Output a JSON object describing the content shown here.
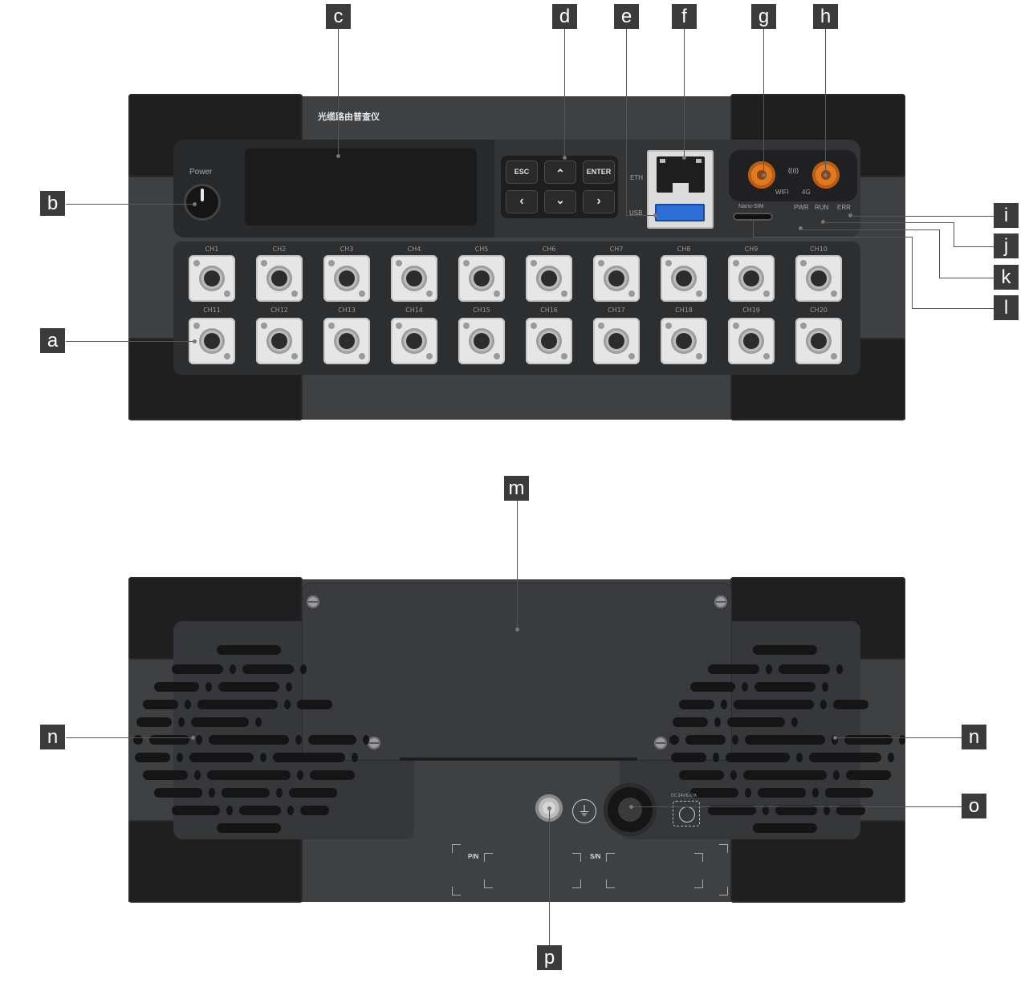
{
  "callouts": {
    "a": "a",
    "b": "b",
    "c": "c",
    "d": "d",
    "e": "e",
    "f": "f",
    "g": "g",
    "h": "h",
    "i": "i",
    "j": "j",
    "k": "k",
    "l": "l",
    "m": "m",
    "n": "n",
    "o": "o",
    "p": "p"
  },
  "front": {
    "device_title": "光缆路由普查仪",
    "power_label": "Power",
    "keys": {
      "esc": "ESC",
      "up": "⌃",
      "enter": "ENTER",
      "left": "‹",
      "down": "⌄",
      "right": "›"
    },
    "eth_label": "ETH",
    "usb_label": "USB",
    "sim_label": "Nano-SIM",
    "antenna": {
      "wifi_label": "WIFI",
      "g4_label": "4G",
      "signal_glyph": "((ı))"
    },
    "leds": [
      "PWR",
      "RUN",
      "ERR"
    ],
    "channels_row1": [
      "CH1",
      "CH2",
      "CH3",
      "CH4",
      "CH5",
      "CH6",
      "CH7",
      "CH8",
      "CH9",
      "CH10"
    ],
    "channels_row2": [
      "CH11",
      "CH12",
      "CH13",
      "CH14",
      "CH15",
      "CH16",
      "CH17",
      "CH18",
      "CH19",
      "CH20"
    ]
  },
  "rear": {
    "pn_label": "P/N",
    "sn_label": "S/N",
    "power_rating": "DC 24V/6.67A",
    "ground_symbol": "⏚"
  },
  "colors": {
    "bumper": "#1f1f1f",
    "body": "#3f4042",
    "accent_antenna": "#e07a22",
    "usb_blue": "#2d6fd6"
  }
}
